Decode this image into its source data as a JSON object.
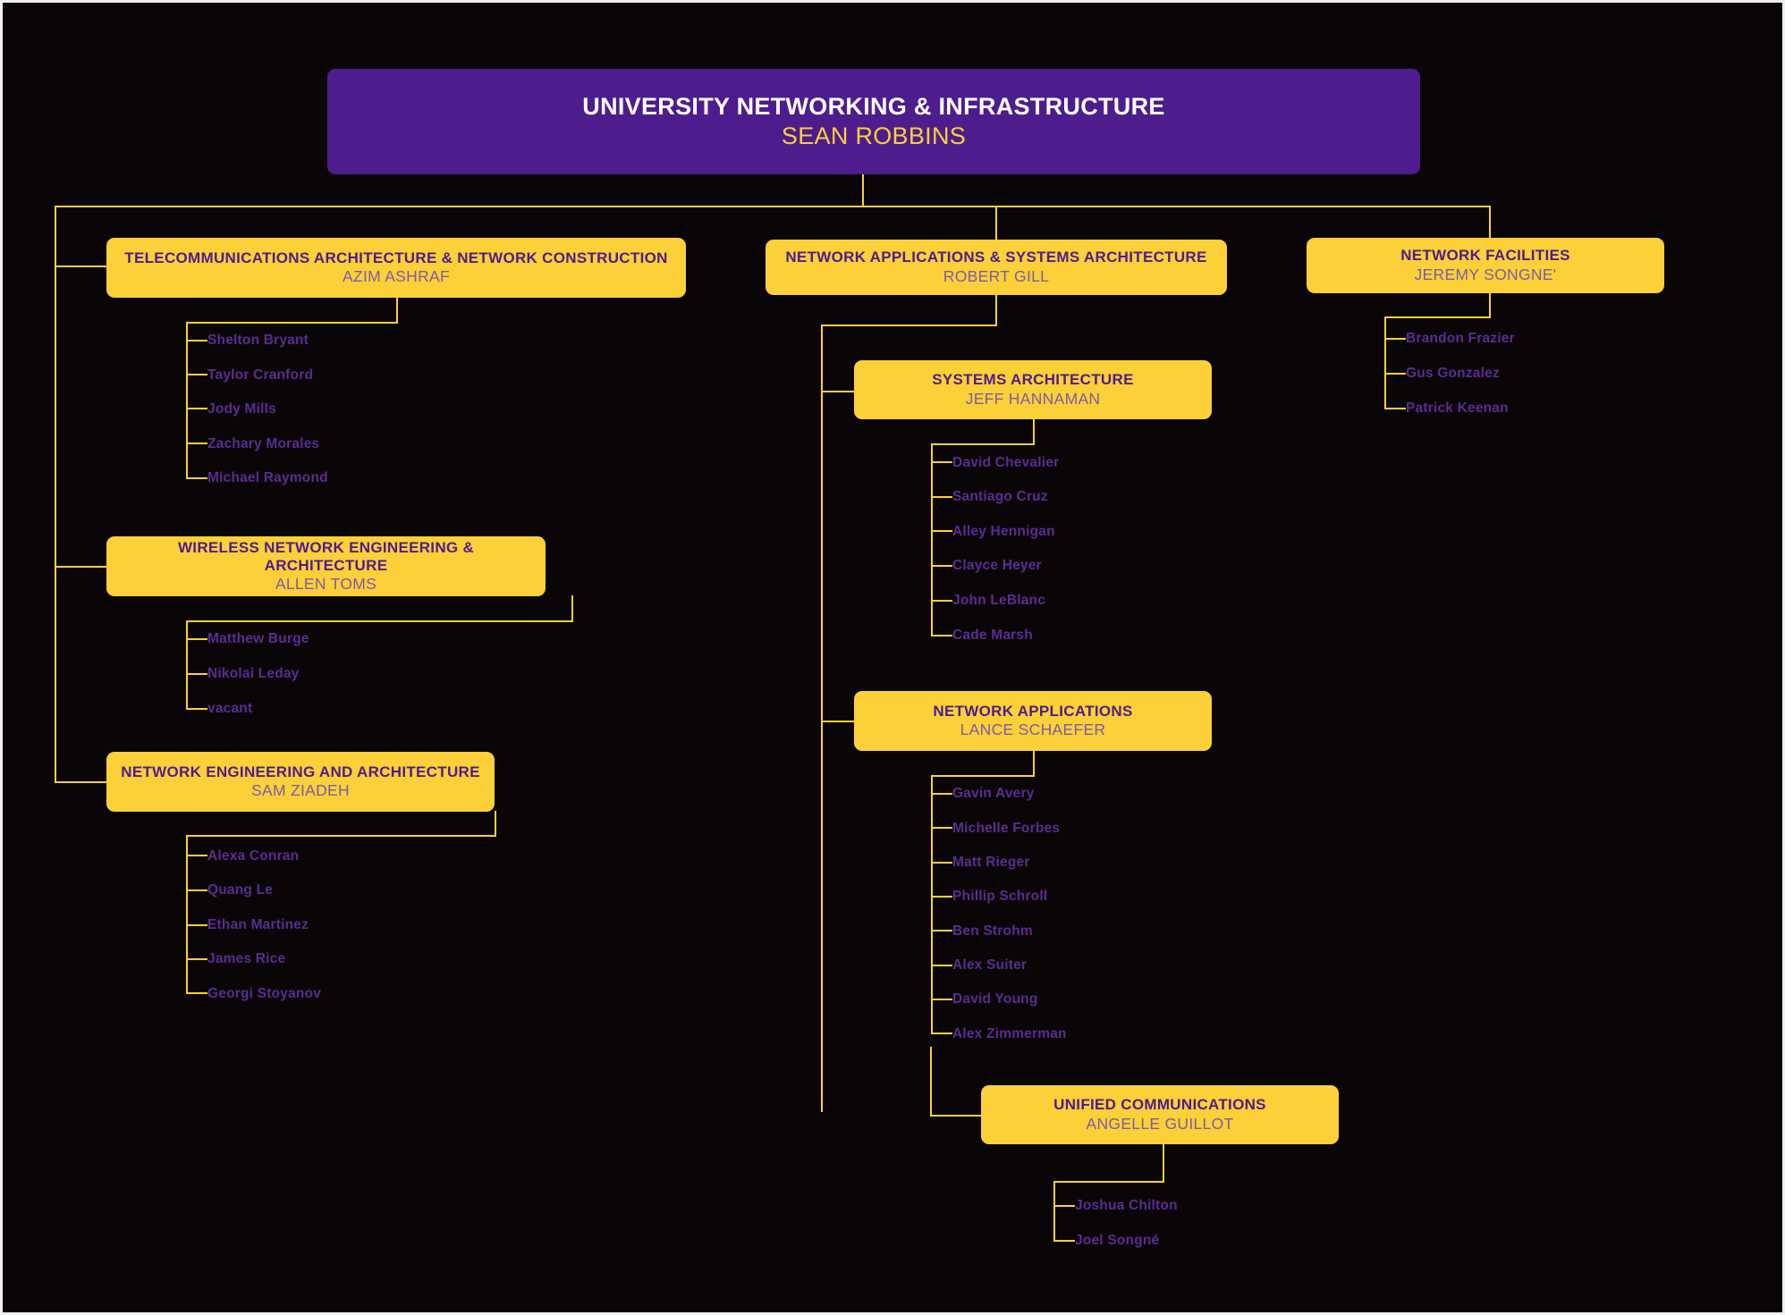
{
  "colors": {
    "background": "#0a0608",
    "page_border": "#efeff1",
    "root_box": "#4e1d8d",
    "unit_box": "#fcd038",
    "connector": "#fcd038",
    "root_title_text": "#ffffff",
    "root_lead_text": "#fcd038",
    "unit_title_text": "#4e1d8d",
    "unit_lead_text": "#7c5ca8",
    "staff_text": "#5b2c91"
  },
  "root": {
    "title": "UNIVERSITY NETWORKING & INFRASTRUCTURE",
    "lead": "SEAN ROBBINS"
  },
  "branches": [
    {
      "id": "telecom",
      "title": "TELECOMMUNICATIONS ARCHITECTURE & NETWORK CONSTRUCTION",
      "lead": "AZIM ASHRAF",
      "staff": [
        "Shelton Bryant",
        "Taylor Cranford",
        "Jody Mills",
        "Zachary Morales",
        "Michael Raymond"
      ]
    },
    {
      "id": "wireless",
      "title": "WIRELESS NETWORK ENGINEERING & ARCHITECTURE",
      "lead": "ALLEN TOMS",
      "staff": [
        "Matthew Burge",
        "Nikolai Leday",
        "vacant"
      ]
    },
    {
      "id": "netengarch",
      "title": "NETWORK ENGINEERING AND ARCHITECTURE",
      "lead": "SAM ZIADEH",
      "staff": [
        "Alexa Conran",
        "Quang Le",
        "Ethan Martinez",
        "James Rice",
        "Georgi Stoyanov"
      ]
    },
    {
      "id": "napsa",
      "title": "NETWORK APPLICATIONS & SYSTEMS ARCHITECTURE",
      "lead": "ROBERT GILL",
      "staff": []
    },
    {
      "id": "sysarch",
      "title": "SYSTEMS ARCHITECTURE",
      "lead": "JEFF HANNAMAN",
      "staff": [
        "David Chevalier",
        "Santiago Cruz",
        "Alley Hennigan",
        "Clayce Heyer",
        "John LeBlanc",
        "Cade Marsh"
      ]
    },
    {
      "id": "netapps",
      "title": "NETWORK APPLICATIONS",
      "lead": "LANCE SCHAEFER",
      "staff": [
        "Gavin Avery",
        "Michelle Forbes",
        "Matt Rieger",
        "Phillip Schroll",
        "Ben Strohm",
        "Alex Suiter",
        "David Young",
        "Alex Zimmerman"
      ]
    },
    {
      "id": "unifiedcomm",
      "title": "UNIFIED COMMUNICATIONS",
      "lead": "ANGELLE GUILLOT",
      "staff": [
        "Joshua Chilton",
        "Joel Songné"
      ]
    },
    {
      "id": "netfac",
      "title": "NETWORK FACILITIES",
      "lead": "JEREMY SONGNE'",
      "staff": [
        "Brandon Frazier",
        "Gus Gonzalez",
        "Patrick Keenan"
      ]
    }
  ]
}
